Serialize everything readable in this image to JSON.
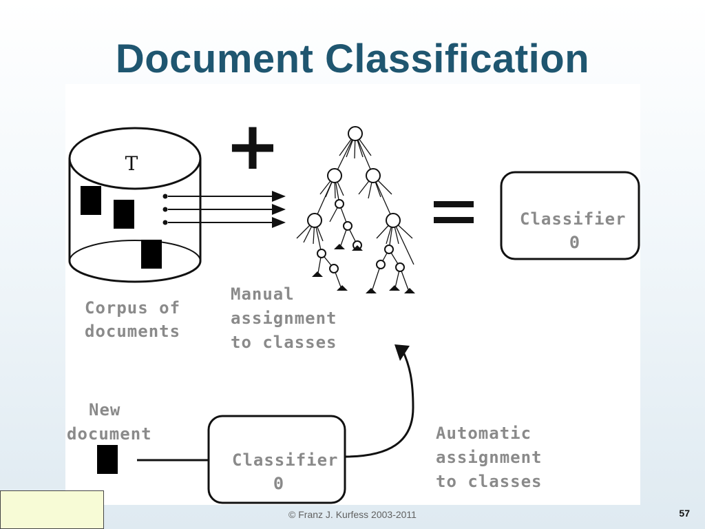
{
  "slide": {
    "title": "Document Classification",
    "footer": "© Franz J. Kurfess 2003-2011",
    "page_number": "57"
  },
  "diagram": {
    "cylinder_label": "T",
    "plus_sign": "+",
    "equals_sign": "=",
    "top_classifier": {
      "label": "Classifier",
      "symbol": "Θ"
    },
    "bottom_classifier": {
      "label": "Classifier",
      "symbol": "Θ"
    },
    "corpus_label": [
      "Corpus of",
      "documents"
    ],
    "manual_label": [
      "Manual",
      "assignment",
      "to classes"
    ],
    "new_doc_label": [
      "New",
      "document"
    ],
    "automatic_label": [
      "Automatic",
      "assignment",
      "to classes"
    ]
  }
}
